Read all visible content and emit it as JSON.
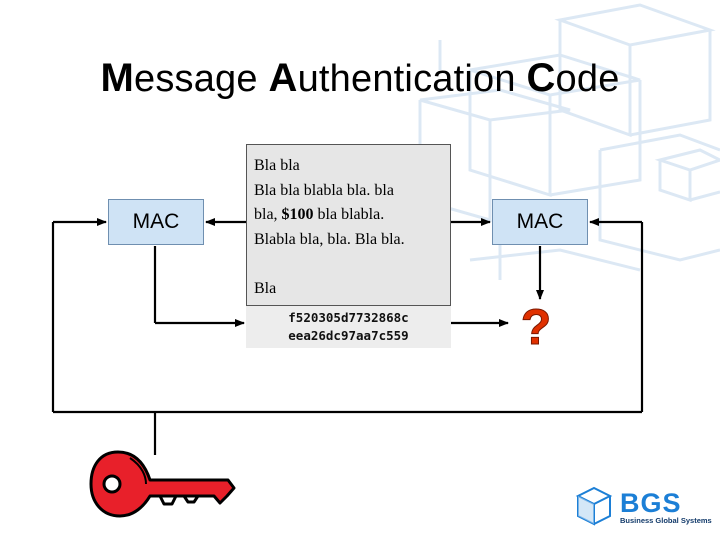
{
  "title": {
    "cap1": "M",
    "rest1": "essage ",
    "cap2": "A",
    "rest2": "uthentication ",
    "cap3": "C",
    "rest3": "ode"
  },
  "mac_left": {
    "label": "MAC"
  },
  "mac_right": {
    "label": "MAC"
  },
  "message": {
    "line1": "Bla bla",
    "line2": "Bla bla blabla bla. bla",
    "line3_pre": "bla, ",
    "line3_bold": "$100",
    "line3_post": " bla blabla.",
    "line4": "Blabla bla, bla. Bla bla.",
    "line5": "",
    "line6": "Bla"
  },
  "mac_code": {
    "line1": "f520305d7732868c",
    "line2": "eea26dc97aa7c559"
  },
  "verify": {
    "symbol": "?"
  },
  "logo": {
    "name": "BGS",
    "tagline": "Business Global Systems"
  },
  "colors": {
    "mac_box_fill": "#cfe3f5",
    "message_fill": "#e6e6e6",
    "question_mark": "#e03000",
    "key_fill": "#e8202a",
    "logo_blue": "#1c7fd6",
    "bg_cubes": "#dce8f4"
  },
  "icons": {
    "key": "key-icon",
    "logo": "cube-logo-icon",
    "background": "wireframe-cubes-decoration"
  }
}
